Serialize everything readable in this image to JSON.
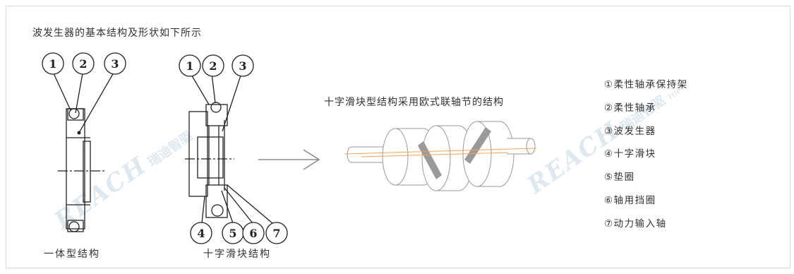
{
  "title": "波发生器的基本结构及形状如下所示",
  "diagrams": [
    {
      "caption": "一体型结构",
      "callouts": [
        "1",
        "2",
        "3"
      ]
    },
    {
      "caption": "十字滑块结构",
      "callouts": [
        "1",
        "2",
        "3",
        "4",
        "5",
        "6",
        "7"
      ]
    }
  ],
  "slider_title": "十字滑块型结构采用欧式联轴节的结构",
  "legend": [
    "①柔性轴承保持架",
    "②柔性轴承",
    "③波发生器",
    "④十字滑块",
    "⑤垫圈",
    "⑥轴用挡圈",
    "⑦动力输入轴"
  ],
  "watermark": {
    "brand": "REACH",
    "cn": "瑞迪智驱",
    "sub": "TOP"
  }
}
